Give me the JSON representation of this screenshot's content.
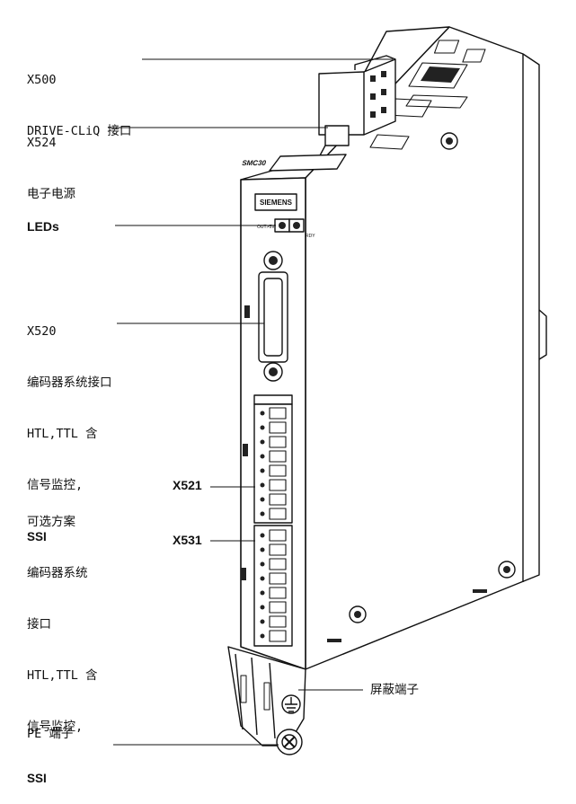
{
  "labels": {
    "x500": {
      "line1": "X500",
      "line2": "DRIVE-CLiQ 接口"
    },
    "x524": {
      "line1": "X524",
      "line2": "电子电源"
    },
    "leds": "LEDs",
    "x520": {
      "line1": "X520",
      "line2": "编码器系统接口",
      "line3": "HTL,TTL 含",
      "line4": "信号监控,",
      "line5": "SSI"
    },
    "option": {
      "line1": "可选方案",
      "line2": "编码器系统",
      "line3": "接口",
      "line4": "HTL,TTL 含",
      "line5": "信号监控,",
      "line6": "SSI"
    },
    "x521": "X521",
    "x531": "X531",
    "shield": "屏蔽端子",
    "pe": "PE 端子"
  },
  "device": {
    "brand": "SIEMENS",
    "model": "SMC30",
    "led_rdy": "RDY",
    "led_out": "OUT>5V"
  }
}
